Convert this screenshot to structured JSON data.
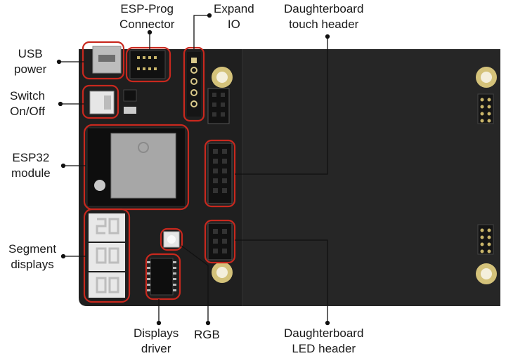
{
  "labels": {
    "usb_power": "USB\npower",
    "switch": "Switch\nOn/Off",
    "esp32": "ESP32\nmodule",
    "segment": "Segment\ndisplays",
    "esp_prog": "ESP-Prog\nConnector",
    "expand_io": "Expand\nIO",
    "db_touch": "Daughterboard\ntouch header",
    "displays_driver": "Displays\ndriver",
    "rgb": "RGB",
    "db_led": "Daughterboard\nLED header"
  },
  "colors": {
    "board": "#1f1f1f",
    "board_edge": "#2a2a2a",
    "highlight": "#c8281e",
    "leader": "#111111",
    "pad": "#d9c98a"
  }
}
